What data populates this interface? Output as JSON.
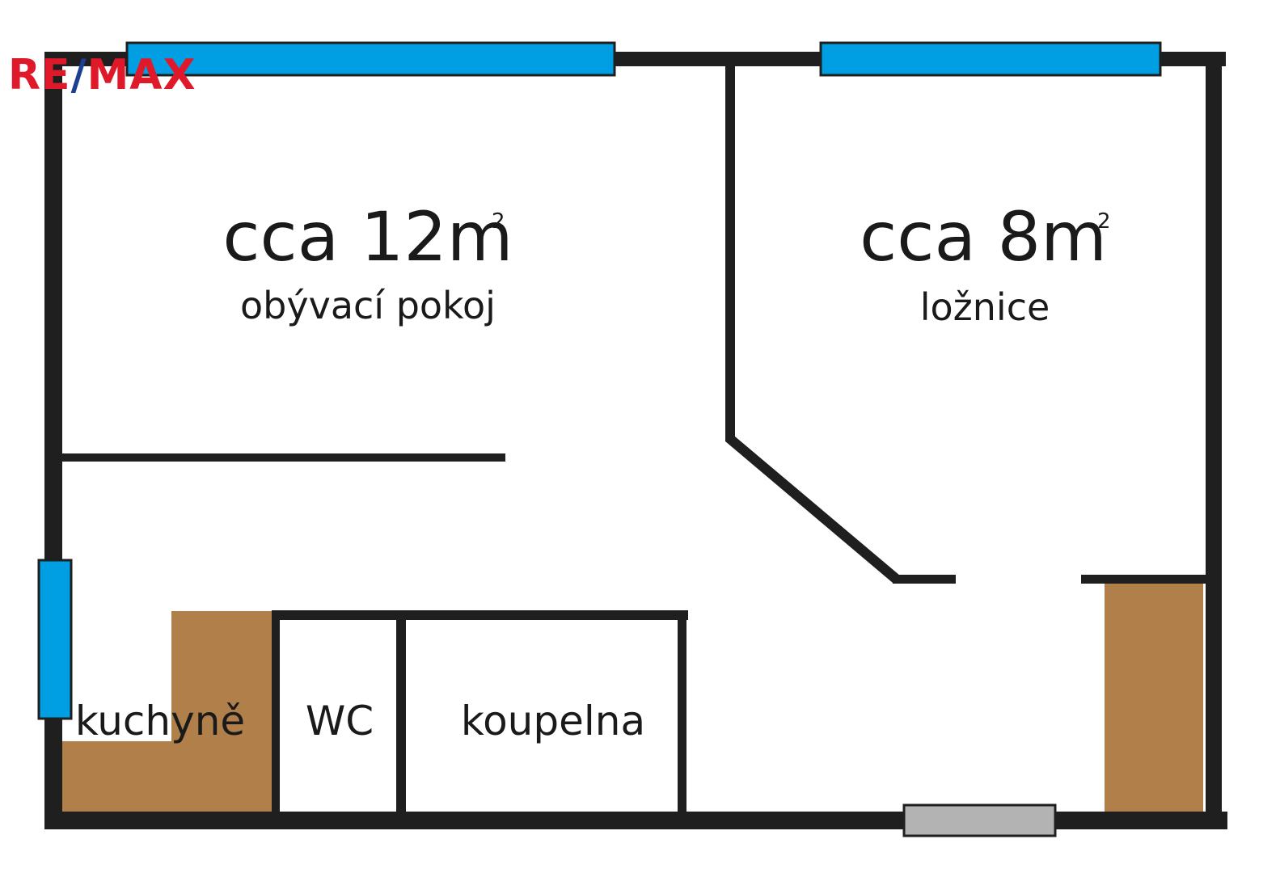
{
  "logo": {
    "part1": "RE",
    "part2": "/",
    "part3": "MAX",
    "color_red": "#e0192a",
    "color_blue": "#1c3f94"
  },
  "rooms": {
    "living": {
      "area": "cca 12m",
      "sup": "2",
      "label": "obývací pokoj"
    },
    "bedroom": {
      "area": "cca 8m",
      "sup": "2",
      "label": "ložnice"
    },
    "kitchen": {
      "label": "kuchyně"
    },
    "wc": {
      "label": "WC"
    },
    "bathroom": {
      "label": "koupelna"
    }
  },
  "colors": {
    "wall": "#1f1f1f",
    "window": "#009fe3",
    "cabinet": "#b07f4a",
    "door": "#b3b3b3"
  }
}
